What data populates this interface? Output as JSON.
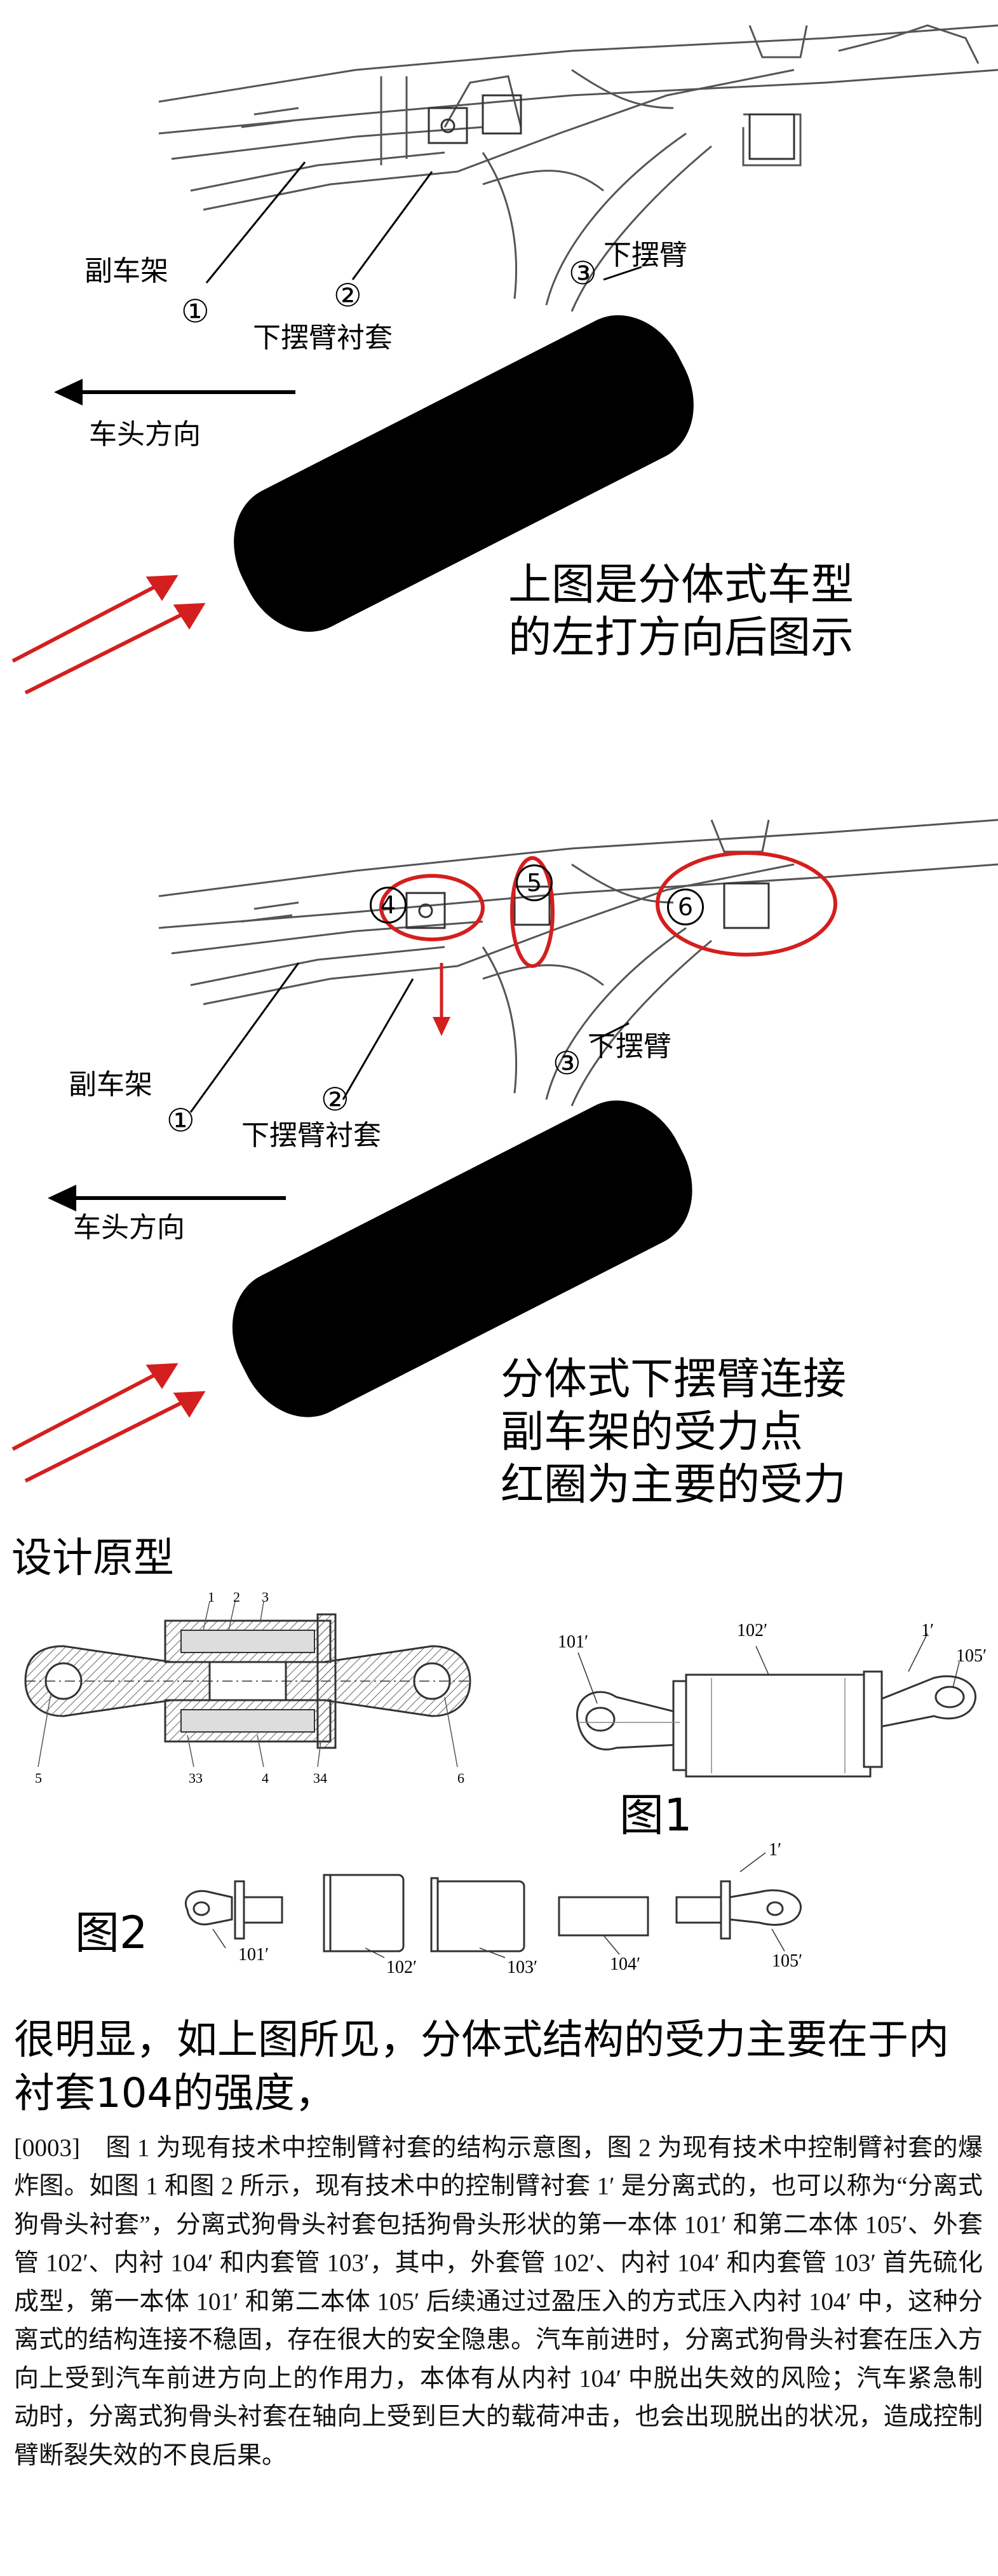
{
  "panel1": {
    "subframe": "副车架",
    "bushing": "下摆臂衬套",
    "lower_arm": "下摆臂",
    "heading": "车头方向",
    "n1": "①",
    "n2": "②",
    "n3": "③",
    "note": "上图是分体式车型\n的左打方向后图示"
  },
  "panel2": {
    "subframe": "副车架",
    "bushing": "下摆臂衬套",
    "lower_arm": "下摆臂",
    "heading": "车头方向",
    "n1": "①",
    "n2": "②",
    "n3": "③",
    "c4": "4",
    "c5": "5",
    "c6": "6",
    "note": "分体式下摆臂连接\n副车架的受力点\n红圈为主要的受力"
  },
  "design": {
    "title": "设计原型",
    "fig1": "图1",
    "fig2": "图2",
    "p1": "1",
    "p2": "2",
    "p3": "3",
    "p4": "4",
    "p5": "5",
    "p6": "6",
    "p33": "33",
    "p34": "34",
    "l101": "101′",
    "l102": "102′",
    "l105": "105′",
    "l1": "1′",
    "e101": "101′",
    "e102": "102′",
    "e103": "103′",
    "e104": "104′",
    "e105": "105′",
    "e1": "1′"
  },
  "conclusion": "很明显，如上图所见，分体式结构的受力主要在于内衬套104的强度，",
  "paragraph": {
    "tag": "[0003]",
    "text": "图 1 为现有技术中控制臂衬套的结构示意图，图 2 为现有技术中控制臂衬套的爆炸图。如图 1 和图 2 所示，现有技术中的控制臂衬套 1′ 是分离式的，也可以称为“分离式狗骨头衬套”，分离式狗骨头衬套包括狗骨头形状的第一本体 101′ 和第二本体 105′、外套管 102′、内衬 104′ 和内套管 103′，其中，外套管 102′、内衬 104′ 和内套管 103′ 首先硫化成型，第一本体 101′ 和第二本体 105′ 后续通过过盈压入的方式压入内衬 104′ 中，这种分离式的结构连接不稳固，存在很大的安全隐患。汽车前进时，分离式狗骨头衬套在压入方向上受到汽车前进方向上的作用力，本体有从内衬 104′ 中脱出失效的风险；汽车紧急制动时，分离式狗骨头衬套在轴向上受到巨大的载荷冲击，也会出现脱出的状况，造成控制臂断裂失效的不良后果。"
  },
  "colors": {
    "red": "#d41f1f",
    "black": "#000000",
    "line": "#555555"
  }
}
